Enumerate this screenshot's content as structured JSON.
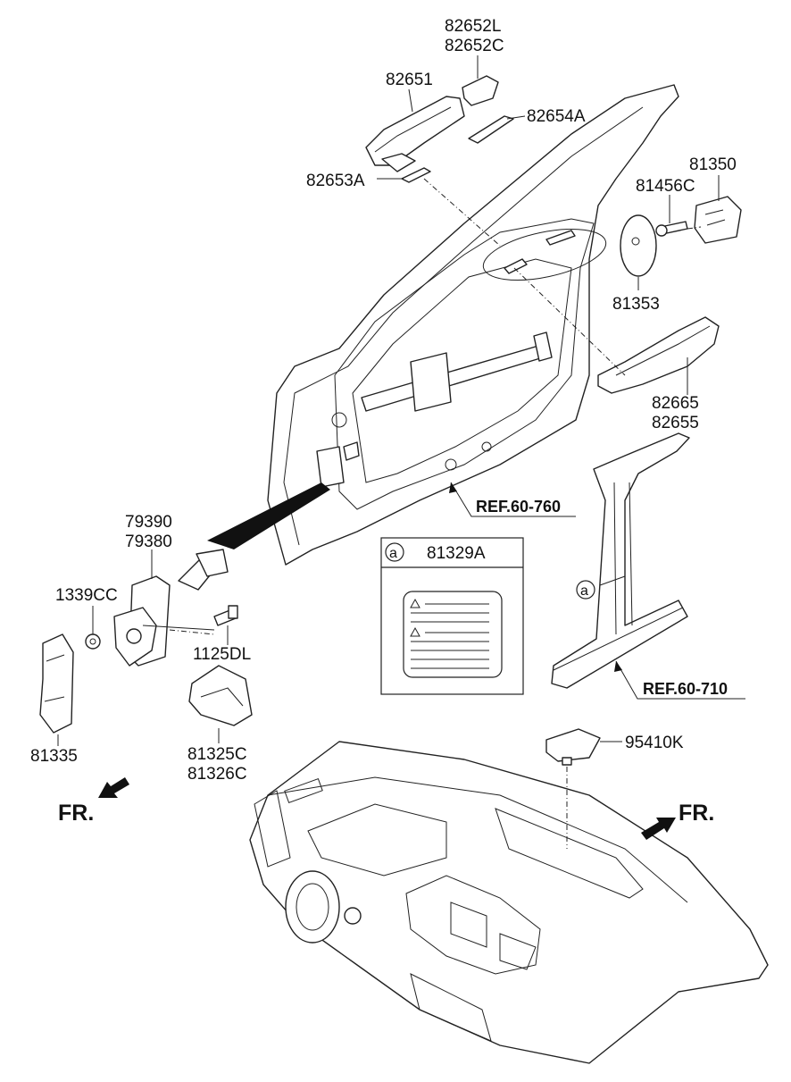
{
  "labels": {
    "l82652L": "82652L",
    "l82652C": "82652C",
    "l82651": "82651",
    "l82654A": "82654A",
    "l82653A": "82653A",
    "l81350": "81350",
    "l81456C": "81456C",
    "l81353": "81353",
    "l82665": "82665",
    "l82655": "82655",
    "l79390": "79390",
    "l79380": "79380",
    "l1339CC": "1339CC",
    "l1125DL": "1125DL",
    "l81335": "81335",
    "l81325C": "81325C",
    "l81326C": "81326C",
    "l95410K": "95410K"
  },
  "refs": {
    "ref760": "REF.60-760",
    "ref710": "REF.60-710"
  },
  "front_marks": {
    "left": "FR.",
    "right": "FR."
  },
  "detail_box": {
    "marker": "a",
    "part": "81329A"
  },
  "pillar_marker": "a",
  "icons": [
    "warning-triangle-icon",
    "front-arrow-icon"
  ]
}
